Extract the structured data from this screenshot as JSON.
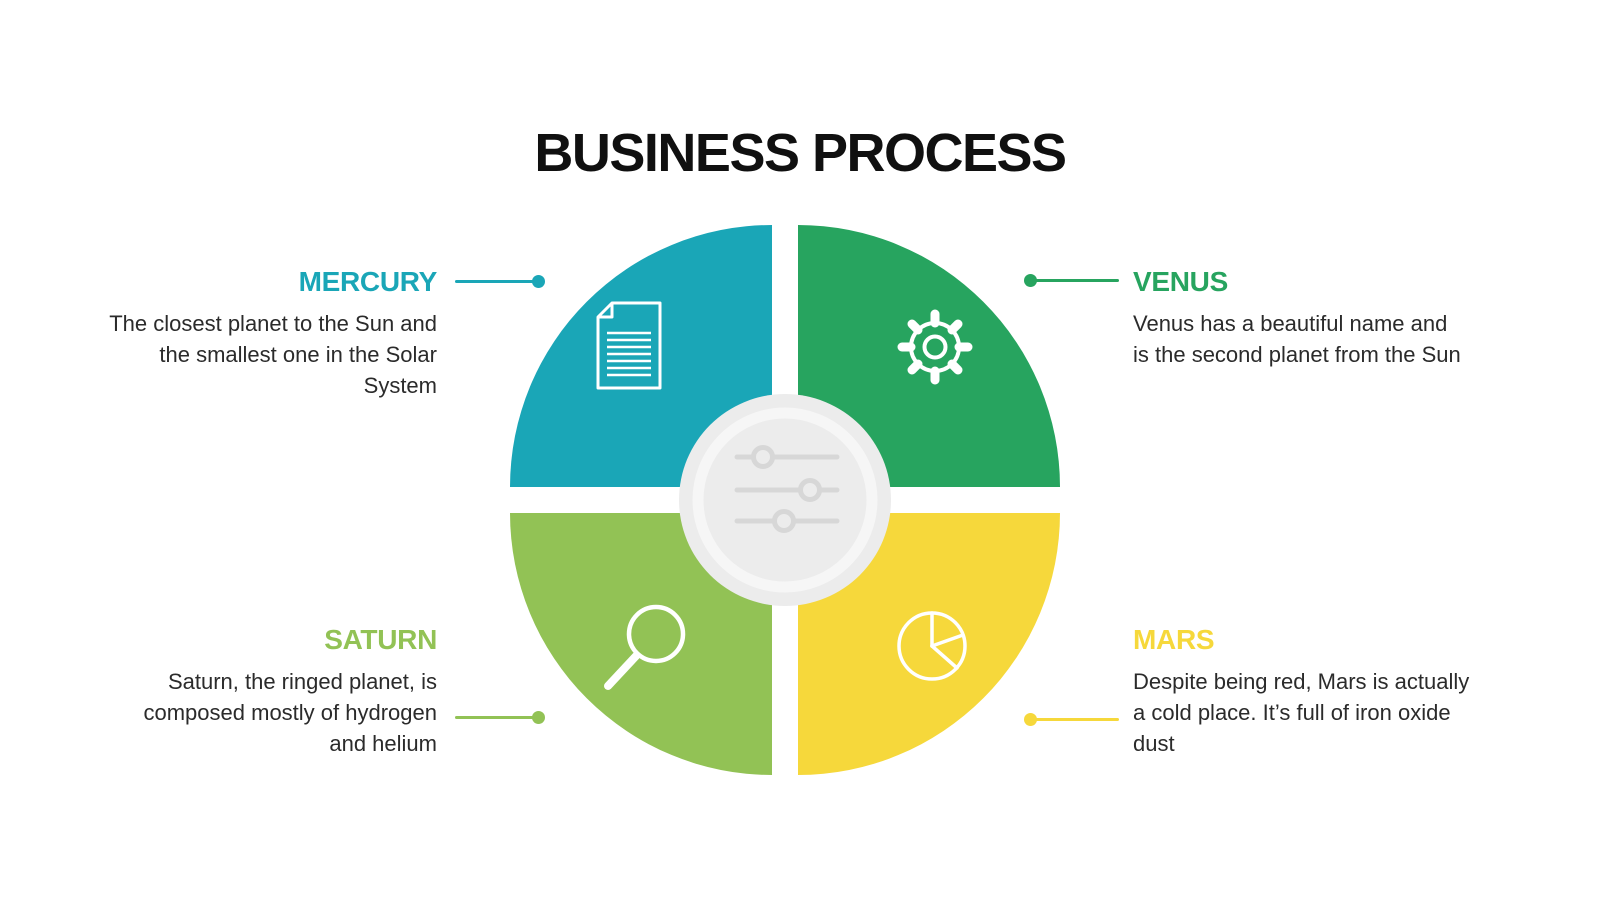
{
  "title": "BUSINESS PROCESS",
  "colors": {
    "mercury": "#1aa6b7",
    "venus": "#27a45f",
    "saturn": "#92c255",
    "mars": "#f6d83b",
    "center_circle": "#ececec",
    "center_ring": "#f6f6f6",
    "center_icon": "#d7d7d7",
    "icon_stroke": "#ffffff",
    "body_text": "#2b2b2b",
    "title_text": "#101010"
  },
  "center_icon": "sliders-icon",
  "items": [
    {
      "label": "MERCURY",
      "description": "The closest planet to the Sun and the smallest one in the Solar System",
      "color": "#1aa6b7",
      "icon": "document-icon",
      "position": "top-left"
    },
    {
      "label": "VENUS",
      "description": "Venus has a beautiful name and is the second planet from the Sun",
      "color": "#27a45f",
      "icon": "gear-icon",
      "position": "top-right"
    },
    {
      "label": "SATURN",
      "description": "Saturn, the ringed planet, is composed mostly of hydrogen and helium",
      "color": "#92c255",
      "icon": "magnifier-icon",
      "position": "bottom-left"
    },
    {
      "label": "MARS",
      "description": "Despite being red, Mars is actually a cold place. It’s full of iron oxide dust",
      "color": "#f6d83b",
      "icon": "pie-chart-icon",
      "position": "bottom-right"
    }
  ]
}
